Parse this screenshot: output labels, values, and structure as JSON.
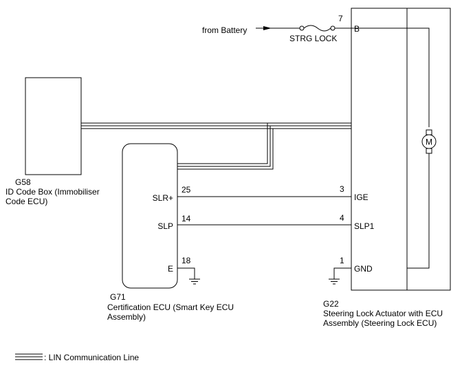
{
  "battery": {
    "label": "from Battery"
  },
  "fuse": {
    "label": "STRG LOCK"
  },
  "id_code_box": {
    "code": "G58",
    "name_line1": "ID Code Box (Immobiliser",
    "name_line2": "Code ECU)"
  },
  "cert_ecu": {
    "code": "G71",
    "name_line1": "Certification ECU (Smart Key ECU",
    "name_line2": "Assembly)",
    "pins": [
      {
        "name": "SLR+",
        "number": "25"
      },
      {
        "name": "SLP",
        "number": "14"
      },
      {
        "name": "E",
        "number": "18"
      }
    ]
  },
  "steering": {
    "code": "G22",
    "name_line1": "Steering Lock Actuator with ECU",
    "name_line2": "Assembly (Steering Lock ECU)",
    "pins": [
      {
        "name": "B",
        "number": "7"
      },
      {
        "name": "IGE",
        "number": "3"
      },
      {
        "name": "SLP1",
        "number": "4"
      },
      {
        "name": "GND",
        "number": "1"
      }
    ],
    "motor_symbol": "M"
  },
  "legend": {
    "label": ": LIN Communication Line"
  }
}
